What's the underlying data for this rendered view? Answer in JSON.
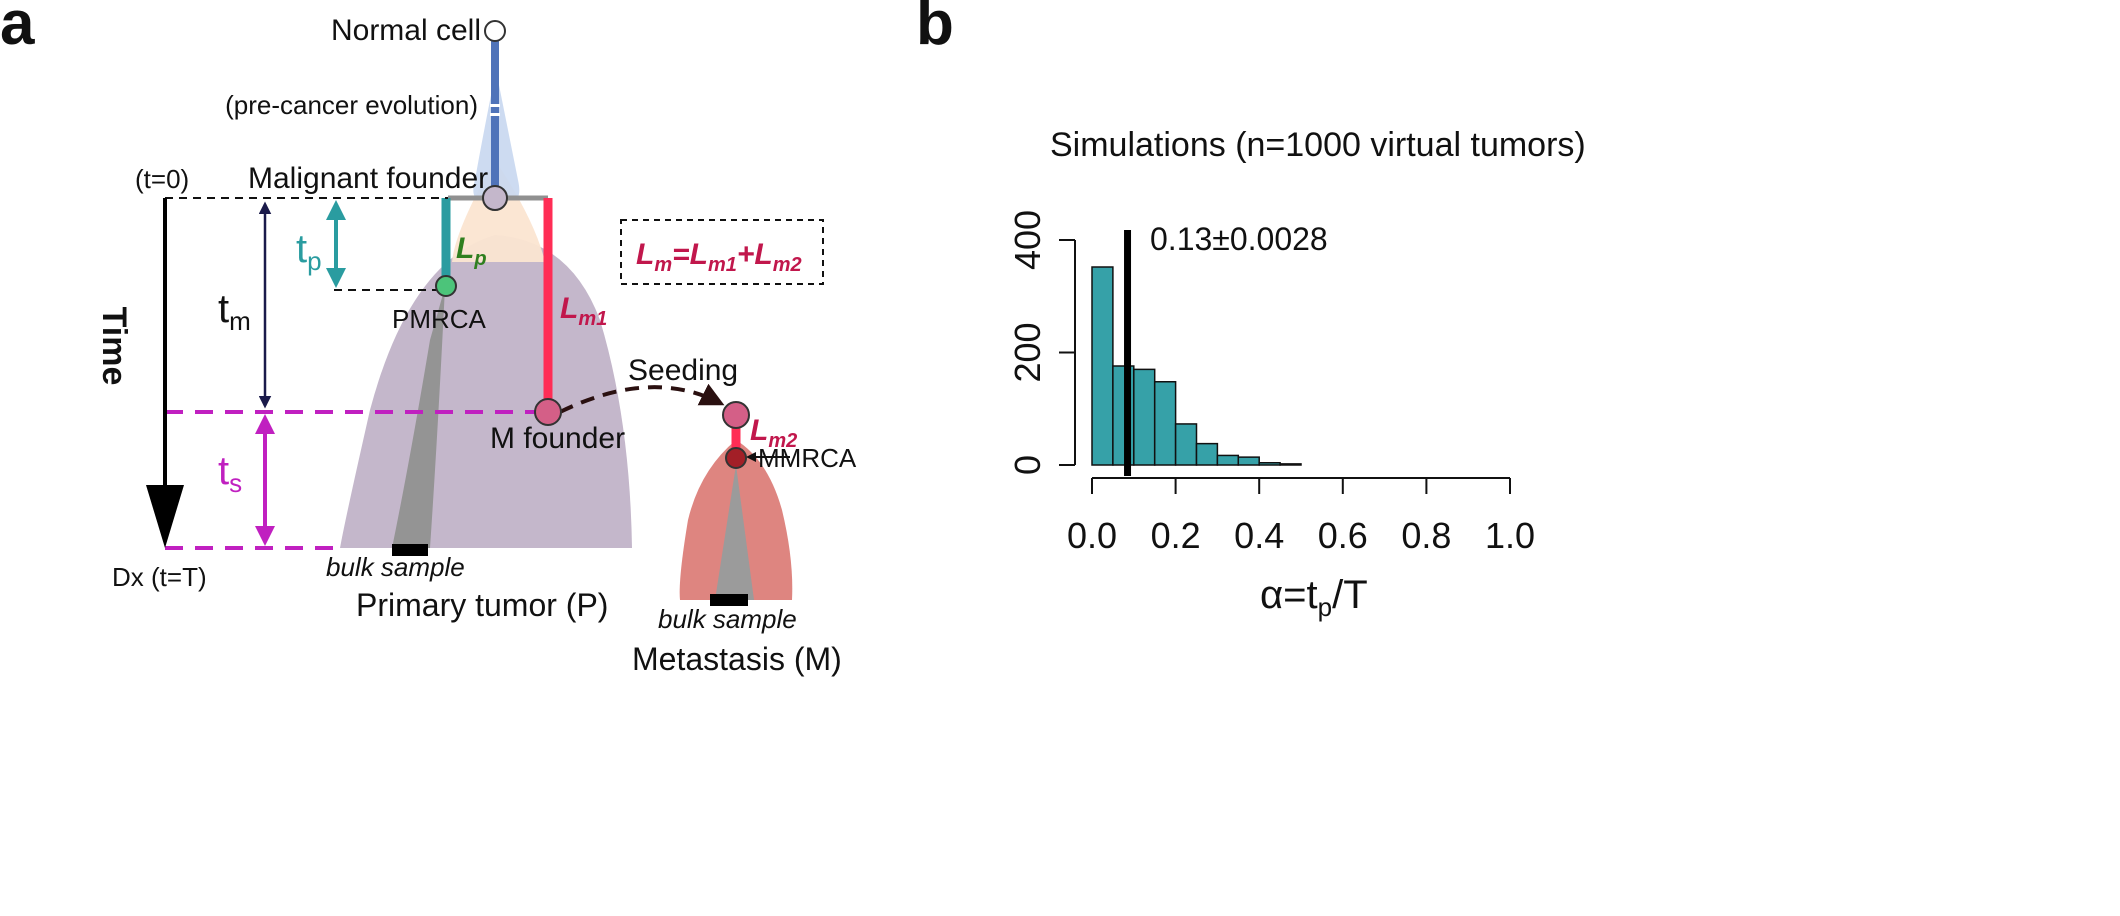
{
  "panel_a": {
    "letter": "a",
    "normal_cell": "Normal cell",
    "pre_cancer": "(pre-cancer evolution)",
    "t0": "(t=0)",
    "malignant_founder": "Malignant founder",
    "time_label": "Time",
    "tp_main": "t",
    "tp_sub": "p",
    "tm_main": "t",
    "tm_sub": "m",
    "ts_main": "t",
    "ts_sub": "s",
    "lp_main": "L",
    "lp_sub": "p",
    "pmrca": "PMRCA",
    "lm1_main": "L",
    "lm1_sub": "m1",
    "lm2_main": "L",
    "lm2_sub": "m2",
    "equation": {
      "lhs_main": "L",
      "lhs_sub": "m",
      "eq": "=",
      "r1_main": "L",
      "r1_sub": "m1",
      "plus": "+",
      "r2_main": "L",
      "r2_sub": "m2"
    },
    "seeding": "Seeding",
    "m_founder": "M founder",
    "mmrca": "MMRCA",
    "dx": "Dx (t=T)",
    "bulk_sample_p": "bulk sample",
    "bulk_sample_m": "bulk sample",
    "primary_tumor": "Primary tumor (P)",
    "metastasis": "Metastasis (M)",
    "colors": {
      "lineage_blue": "#4f73b9",
      "lp_teal": "#2a9ca0",
      "lm_red": "#ff2d55",
      "ts_magenta": "#c020c0",
      "primary_fill": "#c4b7cb",
      "meta_fill": "#de8580",
      "label_green": "#2f7f1f",
      "label_crimson": "#c1174c"
    }
  },
  "panel_b": {
    "letter": "b",
    "annotation_main": "0.13",
    "annotation_pm": "±",
    "annotation_rest": "0.0028",
    "marker_value": 0.085
  },
  "chart_data": {
    "type": "bar",
    "title": "Simulations (n=1000 virtual tumors)",
    "xlabel_main": "α=t",
    "xlabel_sub": "p",
    "xlabel_tail": "/T",
    "ylabel": "",
    "bin_edges": [
      0.0,
      0.05,
      0.1,
      0.15,
      0.2,
      0.25,
      0.3,
      0.35,
      0.4,
      0.45,
      0.5
    ],
    "values": [
      352,
      176,
      170,
      148,
      73,
      38,
      17,
      14,
      4,
      2
    ],
    "xlim": [
      0.0,
      1.0
    ],
    "ylim": [
      0,
      400
    ],
    "xticks": [
      "0.0",
      "0.2",
      "0.4",
      "0.6",
      "0.8",
      "1.0"
    ],
    "yticks": [
      "0",
      "200",
      "400"
    ],
    "bar_color": "#36a1a8",
    "grid": false
  }
}
